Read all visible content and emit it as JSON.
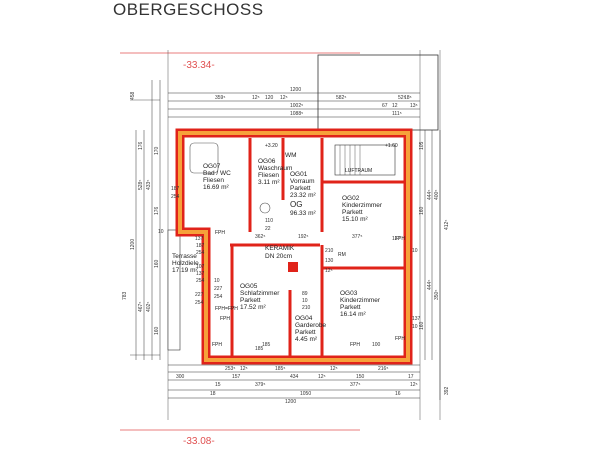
{
  "title": "OBERGESCHOSS",
  "elevations": {
    "top": "-33.34-",
    "bottom": "-33.08-"
  },
  "colors": {
    "wall": "#e0231a",
    "wall_fill": "#f6a13a",
    "dim_red": "#e05050",
    "line": "#333333"
  },
  "rooms": {
    "og07": {
      "id": "OG07",
      "name": "Bad / WC",
      "floor": "Fliesen",
      "area": "16.69 m²"
    },
    "og06": {
      "id": "OG06",
      "name": "Waschraum",
      "floor": "Fliesen",
      "area": "3.11 m²",
      "tag": "WM"
    },
    "og01": {
      "id": "OG01",
      "name": "Vorraum",
      "floor": "Parkett",
      "area": "23.32 m²"
    },
    "og": {
      "id": "OG",
      "area": "96.33 m²"
    },
    "og02": {
      "id": "OG02",
      "name": "Kinderzimmer",
      "floor": "Parkett",
      "area": "15.10 m²"
    },
    "terrasse": {
      "name": "Terrasse",
      "floor": "Holzdiele",
      "area": "17.19 m²"
    },
    "og05": {
      "id": "OG05",
      "name": "Schlafzimmer",
      "floor": "Parkett",
      "area": "17.52 m²"
    },
    "og04": {
      "id": "OG04",
      "name": "Garderobe",
      "floor": "Parkett",
      "area": "4.45 m²"
    },
    "og03": {
      "id": "OG03",
      "name": "Kinderzimmer",
      "floor": "Parkett",
      "area": "16.14 m²"
    }
  },
  "labels": {
    "keramik": "KERAMIK",
    "dn": "DN 20cm",
    "luftraum": "LUFTRAUM",
    "level_plus": "+3.20",
    "level_plus2": "+1.60",
    "fph_items": [
      "FPH",
      "FPH",
      "FPH",
      "FPH",
      "FPH",
      "FPH"
    ],
    "fph_note": "FPH=FPH",
    "rm": "RM"
  },
  "dimensions": {
    "top": [
      "1200",
      "359⁵",
      "12⁵",
      "120",
      "12⁵",
      "582⁵",
      "52⁵",
      "1002⁵",
      "1088⁵",
      "67",
      "12",
      "111⁵",
      "18⁵",
      "13⁵"
    ],
    "bottom": [
      "300",
      "253⁵",
      "12⁵",
      "185",
      "185⁵",
      "12⁵",
      "216⁵",
      "157",
      "434",
      "12⁵",
      "150",
      "17",
      "379⁵",
      "377⁵",
      "1200",
      "1050",
      "18",
      "16",
      "15",
      "12⁵"
    ],
    "left": [
      "458",
      "176",
      "170",
      "528⁵",
      "433⁵",
      "187",
      "254",
      "176",
      "137",
      "10",
      "160",
      "1200",
      "783",
      "467⁵",
      "402⁵",
      "227",
      "254",
      "160"
    ],
    "right": [
      "105",
      "444⁵",
      "400⁵",
      "160",
      "412⁵",
      "137",
      "10",
      "444⁵",
      "350⁵",
      "160",
      "392"
    ],
    "inner": [
      "187",
      "254",
      "107",
      "137",
      "254",
      "10",
      "227",
      "254",
      "362⁵",
      "192⁵",
      "377⁵",
      "110",
      "22",
      "210",
      "130",
      "12⁵",
      "89",
      "10",
      "210",
      "185",
      "100",
      "137",
      "10"
    ]
  }
}
